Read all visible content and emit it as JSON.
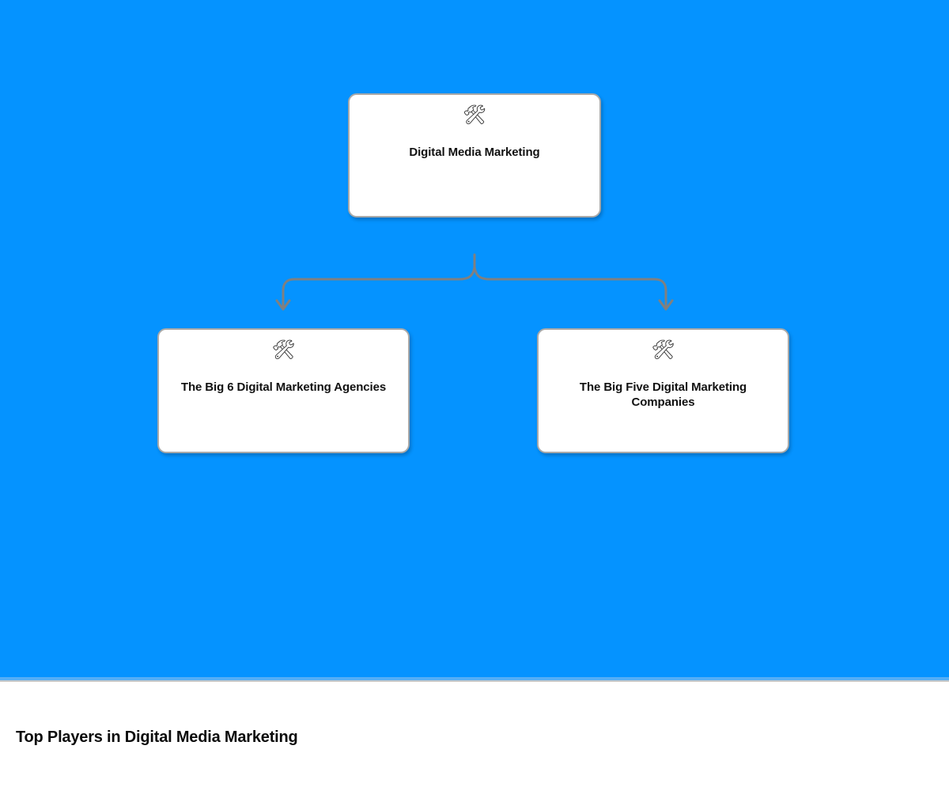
{
  "canvas": {
    "background_color": "#0593ff",
    "edge_color": "#54aef6",
    "divider_color": "#c8c8c8"
  },
  "diagram": {
    "type": "tree",
    "connector_color": "#808080",
    "root": {
      "id": "node-root",
      "icon": "hammer-and-wrench-icon",
      "icon_glyph": "🛠",
      "label": "Digital Media Marketing"
    },
    "children": [
      {
        "id": "node-child-0",
        "icon": "hammer-and-wrench-icon",
        "icon_glyph": "🛠",
        "label": "The Big 6 Digital Marketing Agencies"
      },
      {
        "id": "node-child-1",
        "icon": "hammer-and-wrench-icon",
        "icon_glyph": "🛠",
        "label": "The Big Five Digital Marketing Companies"
      }
    ]
  },
  "footer": {
    "heading": "Top Players in Digital Media Marketing"
  }
}
